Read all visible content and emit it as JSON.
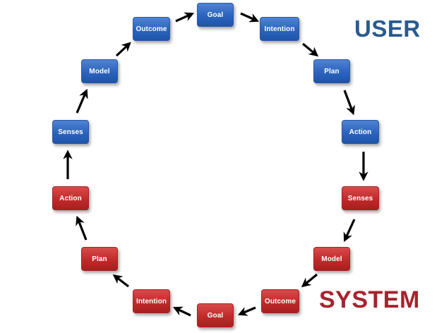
{
  "groups": {
    "user": {
      "label": "USER",
      "color": "#2a5a8f"
    },
    "system": {
      "label": "SYSTEM",
      "color": "#a6232d"
    }
  },
  "nodes": {
    "user_goal": {
      "label": "Goal"
    },
    "user_intention": {
      "label": "Intention"
    },
    "user_plan": {
      "label": "Plan"
    },
    "user_action": {
      "label": "Action"
    },
    "system_senses": {
      "label": "Senses"
    },
    "system_model": {
      "label": "Model"
    },
    "system_outcome": {
      "label": "Outcome"
    },
    "system_goal": {
      "label": "Goal"
    },
    "system_intention": {
      "label": "Intention"
    },
    "system_plan": {
      "label": "Plan"
    },
    "system_action": {
      "label": "Action"
    },
    "user_senses": {
      "label": "Senses"
    },
    "user_model": {
      "label": "Model"
    },
    "user_outcome": {
      "label": "Outcome"
    }
  },
  "cycle_order": [
    "user_goal",
    "user_intention",
    "user_plan",
    "user_action",
    "system_senses",
    "system_model",
    "system_outcome",
    "system_goal",
    "system_intention",
    "system_plan",
    "system_action",
    "user_senses",
    "user_model",
    "user_outcome"
  ]
}
